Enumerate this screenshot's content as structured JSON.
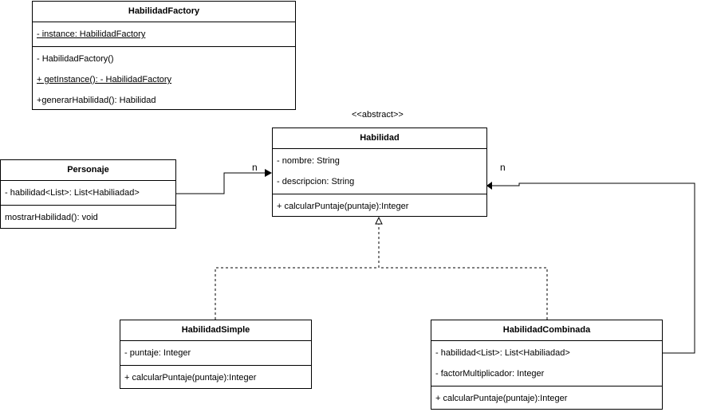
{
  "factory": {
    "name": "HabilidadFactory",
    "attributes": [
      "- instance: HabilidadFactory"
    ],
    "methods": [
      "- HabilidadFactory()",
      "+ getInstance(): - HabilidadFactory",
      "+generarHabilidad(): Habilidad"
    ]
  },
  "habilidad": {
    "stereotype": "<<abstract>>",
    "name": "Habilidad",
    "attributes": [
      "- nombre: String",
      "- descripcion: String"
    ],
    "methods": [
      "+ calcularPuntaje(puntaje):Integer"
    ]
  },
  "personaje": {
    "name": "Personaje",
    "attributes": [
      "- habilidad<List>: List<Habiliadad>"
    ],
    "methods": [
      "mostrarHabilidad(): void"
    ]
  },
  "simple": {
    "name": "HabilidadSimple",
    "attributes": [
      "- puntaje: Integer"
    ],
    "methods": [
      "+ calcularPuntaje(puntaje):Integer"
    ]
  },
  "combinada": {
    "name": "HabilidadCombinada",
    "attributes": [
      "- habilidad<List>: List<Habiliadad>",
      "- factorMultiplicador: Integer"
    ],
    "methods": [
      "+ calcularPuntaje(puntaje):Integer"
    ]
  },
  "multiplicity": {
    "personaje_to_habilidad": "n",
    "combinada_to_habilidad": "n"
  }
}
